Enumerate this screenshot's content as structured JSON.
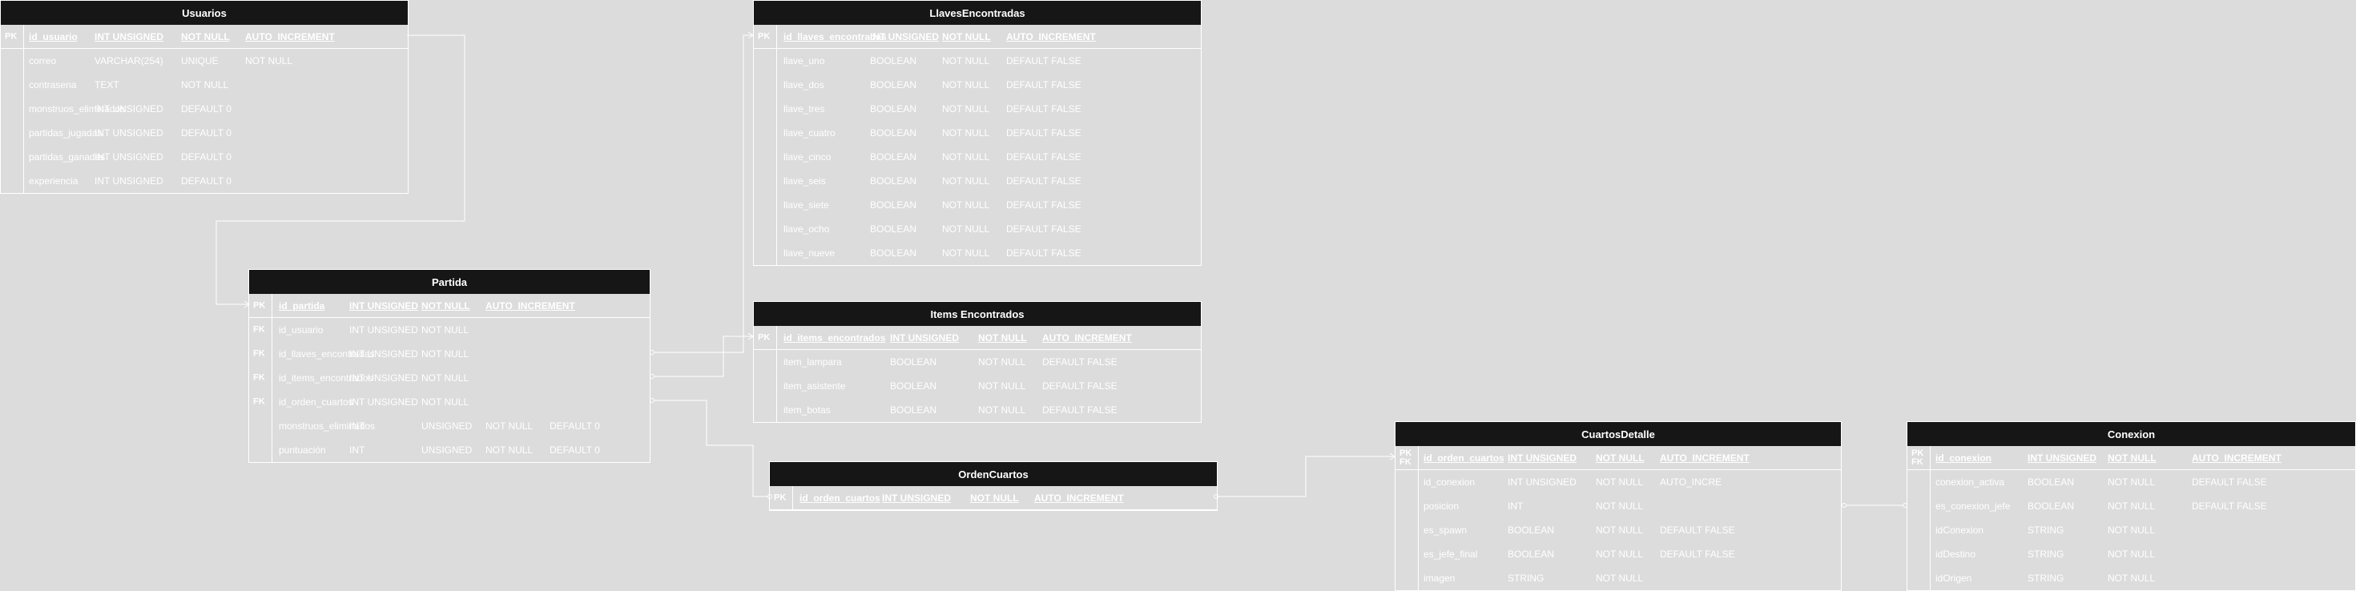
{
  "tables": {
    "usuarios": {
      "title": "Usuarios",
      "rows": [
        {
          "key": "PK",
          "cells": [
            "id_usuario",
            "INT  UNSIGNED",
            "NOT NULL",
            "AUTO_INCREMENT"
          ]
        },
        {
          "key": "",
          "cells": [
            "correo",
            "VARCHAR(254)",
            "UNIQUE",
            "NOT NULL"
          ]
        },
        {
          "key": "",
          "cells": [
            "contrasena",
            "TEXT",
            "NOT NULL"
          ]
        },
        {
          "key": "",
          "cells": [
            "monstruos_eliminados",
            "INT  UNSIGNED",
            "DEFAULT 0"
          ]
        },
        {
          "key": "",
          "cells": [
            "partidas_jugadas",
            "INT  UNSIGNED",
            "DEFAULT 0"
          ]
        },
        {
          "key": "",
          "cells": [
            "partidas_ganadas",
            "INT  UNSIGNED",
            "DEFAULT 0"
          ]
        },
        {
          "key": "",
          "cells": [
            "experiencia",
            "INT  UNSIGNED",
            "DEFAULT 0"
          ]
        }
      ]
    },
    "llaves": {
      "title": "LlavesEncontradas",
      "rows": [
        {
          "key": "PK",
          "cells": [
            "id_llaves_encontradas",
            "INT  UNSIGNED",
            "NOT NULL",
            "AUTO_INCREMENT"
          ]
        },
        {
          "key": "",
          "cells": [
            "llave_uno",
            "BOOLEAN",
            "NOT NULL",
            "DEFAULT FALSE"
          ]
        },
        {
          "key": "",
          "cells": [
            "llave_dos",
            "BOOLEAN",
            "NOT NULL",
            "DEFAULT FALSE"
          ]
        },
        {
          "key": "",
          "cells": [
            "llave_tres",
            "BOOLEAN",
            "NOT NULL",
            "DEFAULT FALSE"
          ]
        },
        {
          "key": "",
          "cells": [
            "llave_cuatro",
            "BOOLEAN",
            "NOT NULL",
            "DEFAULT FALSE"
          ]
        },
        {
          "key": "",
          "cells": [
            "llave_cinco",
            "BOOLEAN",
            "NOT NULL",
            "DEFAULT FALSE"
          ]
        },
        {
          "key": "",
          "cells": [
            "llave_seis",
            "BOOLEAN",
            "NOT NULL",
            "DEFAULT FALSE"
          ]
        },
        {
          "key": "",
          "cells": [
            "llave_siete",
            "BOOLEAN",
            "NOT NULL",
            "DEFAULT FALSE"
          ]
        },
        {
          "key": "",
          "cells": [
            "llave_ocho",
            "BOOLEAN",
            "NOT NULL",
            "DEFAULT FALSE"
          ]
        },
        {
          "key": "",
          "cells": [
            "llave_nueve",
            "BOOLEAN",
            "NOT NULL",
            "DEFAULT FALSE"
          ]
        }
      ]
    },
    "partida": {
      "title": "Partida",
      "rows": [
        {
          "key": "PK",
          "cells": [
            "id_partida",
            "INT  UNSIGNED",
            "NOT NULL",
            "AUTO_INCREMENT"
          ]
        },
        {
          "key": "FK",
          "cells": [
            "id_usuario",
            "INT  UNSIGNED",
            "NOT NULL"
          ]
        },
        {
          "key": "FK",
          "cells": [
            "id_llaves_encontradas",
            "INT  UNSIGNED",
            "NOT NULL"
          ]
        },
        {
          "key": "FK",
          "cells": [
            "id_items_encontrados",
            "INT  UNSIGNED",
            "NOT NULL"
          ]
        },
        {
          "key": "FK",
          "cells": [
            "id_orden_cuartos",
            "INT  UNSIGNED",
            "NOT NULL"
          ]
        },
        {
          "key": "",
          "cells": [
            "monstruos_eliminados",
            "INT",
            "UNSIGNED",
            "NOT NULL",
            "DEFAULT 0"
          ]
        },
        {
          "key": "",
          "cells": [
            "puntuación",
            "INT",
            "UNSIGNED",
            "NOT NULL",
            "DEFAULT 0"
          ]
        }
      ]
    },
    "items": {
      "title": "Items Encontrados",
      "rows": [
        {
          "key": "PK",
          "cells": [
            "id_items_encontrados",
            "INT  UNSIGNED",
            "NOT NULL",
            "AUTO_INCREMENT"
          ]
        },
        {
          "key": "",
          "cells": [
            "item_lampara",
            "BOOLEAN",
            "NOT NULL",
            "DEFAULT FALSE"
          ]
        },
        {
          "key": "",
          "cells": [
            "item_asistente",
            "BOOLEAN",
            "NOT NULL",
            "DEFAULT FALSE"
          ]
        },
        {
          "key": "",
          "cells": [
            "item_botas",
            "BOOLEAN",
            "NOT NULL",
            "DEFAULT FALSE"
          ]
        }
      ]
    },
    "orden": {
      "title": "OrdenCuartos",
      "rows": [
        {
          "key": "PK",
          "cells": [
            "id_orden_cuartos",
            "INT  UNSIGNED",
            "NOT NULL",
            "AUTO_INCREMENT"
          ]
        }
      ]
    },
    "cuartos": {
      "title": "CuartosDetalle",
      "rows": [
        {
          "key": "PK\nFK",
          "cells": [
            "id_orden_cuartos",
            "INT  UNSIGNED",
            "NOT NULL",
            "AUTO_INCREMENT"
          ]
        },
        {
          "key": "",
          "cells": [
            "id_conexion",
            "INT  UNSIGNED",
            "NOT NULL",
            "AUTO_INCRE"
          ]
        },
        {
          "key": "",
          "cells": [
            "posicion",
            "INT",
            "NOT NULL"
          ]
        },
        {
          "key": "",
          "cells": [
            "es_spawn",
            "BOOLEAN",
            "NOT NULL",
            "DEFAULT FALSE"
          ]
        },
        {
          "key": "",
          "cells": [
            "es_jefe_final",
            "BOOLEAN",
            "NOT NULL",
            "DEFAULT FALSE"
          ]
        },
        {
          "key": "",
          "cells": [
            "imagen",
            "STRING",
            "NOT NULL"
          ]
        }
      ]
    },
    "conexion": {
      "title": "Conexion",
      "rows": [
        {
          "key": "PK\nFK",
          "cells": [
            "id_conexion",
            "INT  UNSIGNED",
            "NOT NULL",
            "AUTO_INCREMENT"
          ]
        },
        {
          "key": "",
          "cells": [
            "conexion_activa",
            "BOOLEAN",
            "NOT NULL",
            "DEFAULT FALSE"
          ]
        },
        {
          "key": "",
          "cells": [
            "es_conexion_jefe",
            "BOOLEAN",
            "NOT NULL",
            "DEFAULT FALSE"
          ]
        },
        {
          "key": "",
          "cells": [
            "idConexion",
            "STRING",
            "NOT NULL"
          ]
        },
        {
          "key": "",
          "cells": [
            "idDestino",
            "STRING",
            "NOT NULL"
          ]
        },
        {
          "key": "",
          "cells": [
            "idOrigen",
            "STRING",
            "NOT NULL"
          ]
        }
      ]
    }
  },
  "colors": {
    "background": "#dcdcdc",
    "header": "#161616",
    "line": "#ffffff",
    "text": "#ffffff"
  }
}
